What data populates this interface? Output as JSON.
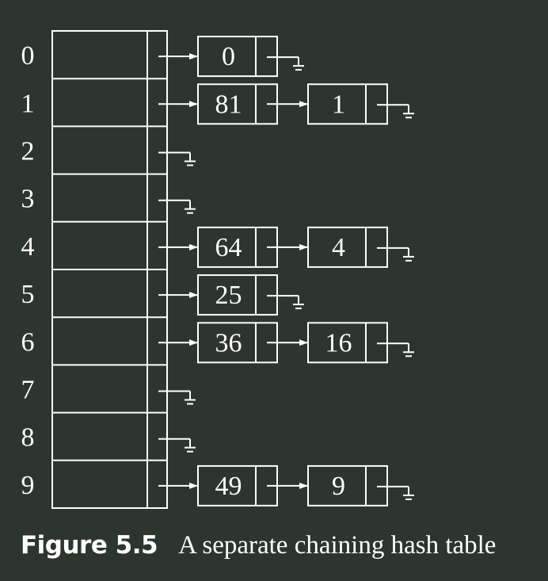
{
  "diagram": {
    "colors": {
      "background": "#2d352f",
      "stroke": "#ffffff",
      "text": "#ffffff"
    },
    "rows": [
      {
        "index": "0",
        "chain": [
          "0"
        ]
      },
      {
        "index": "1",
        "chain": [
          "81",
          "1"
        ]
      },
      {
        "index": "2",
        "chain": []
      },
      {
        "index": "3",
        "chain": []
      },
      {
        "index": "4",
        "chain": [
          "64",
          "4"
        ]
      },
      {
        "index": "5",
        "chain": [
          "25"
        ]
      },
      {
        "index": "6",
        "chain": [
          "36",
          "16"
        ]
      },
      {
        "index": "7",
        "chain": []
      },
      {
        "index": "8",
        "chain": []
      },
      {
        "index": "9",
        "chain": [
          "49",
          "9"
        ]
      }
    ]
  },
  "caption": {
    "label": "Figure 5.5",
    "text": "A separate chaining hash table"
  }
}
